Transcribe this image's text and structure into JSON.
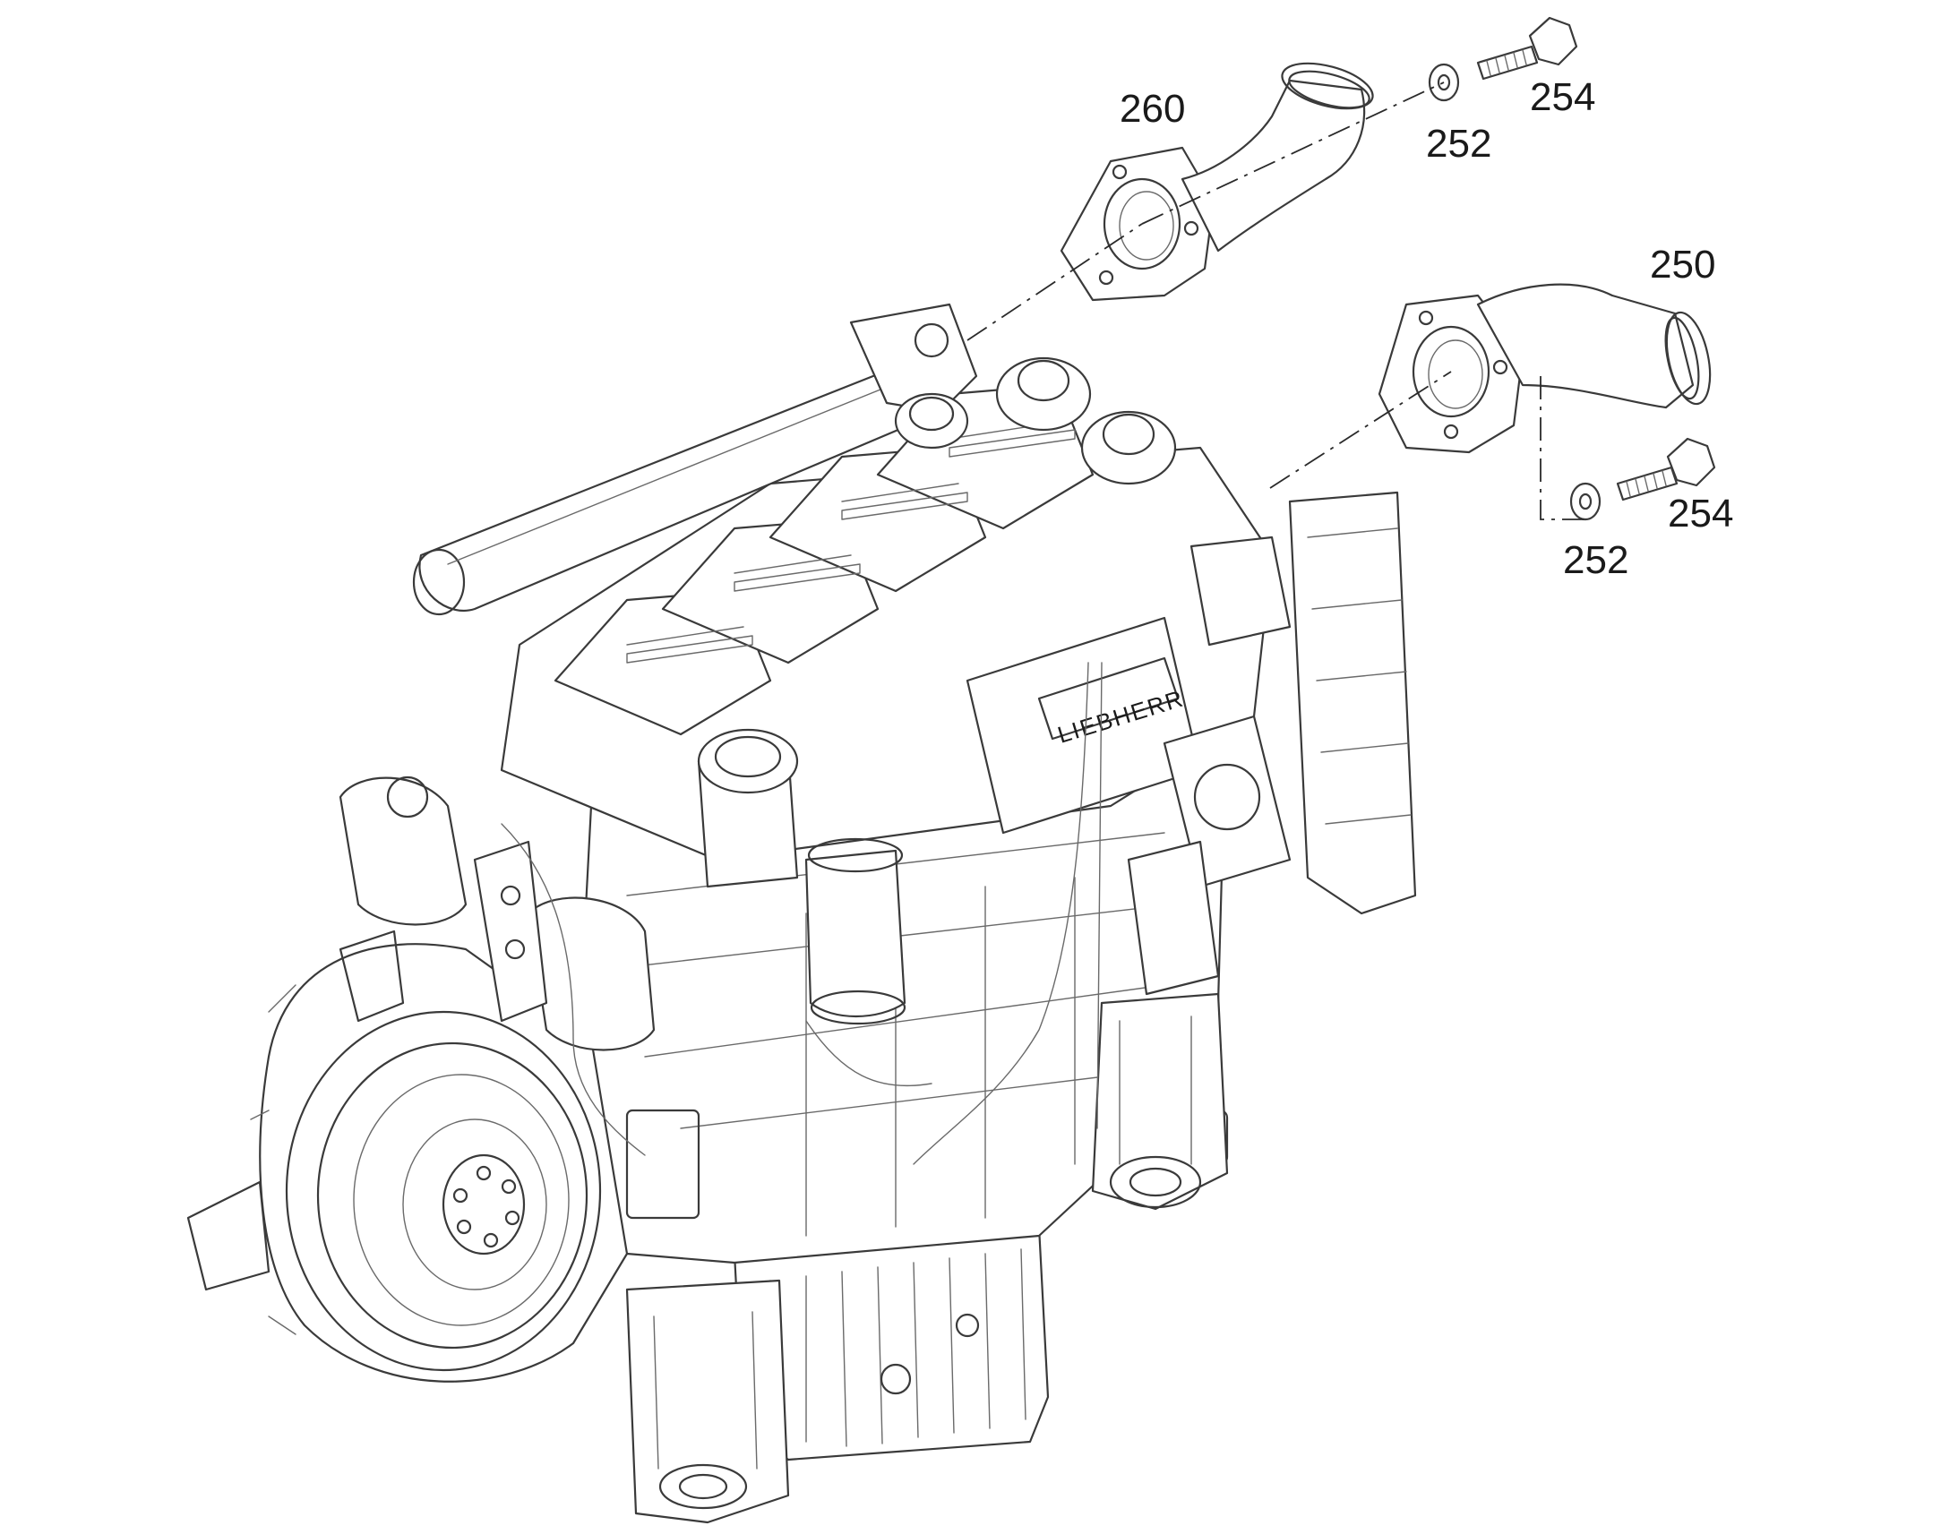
{
  "diagram": {
    "callouts": [
      {
        "id": "c260",
        "label": "260"
      },
      {
        "id": "c252a",
        "label": "252"
      },
      {
        "id": "c254a",
        "label": "254"
      },
      {
        "id": "c250",
        "label": "250"
      },
      {
        "id": "c254b",
        "label": "254"
      },
      {
        "id": "c252b",
        "label": "252"
      }
    ],
    "engine_badge": "LIEBHERR"
  }
}
